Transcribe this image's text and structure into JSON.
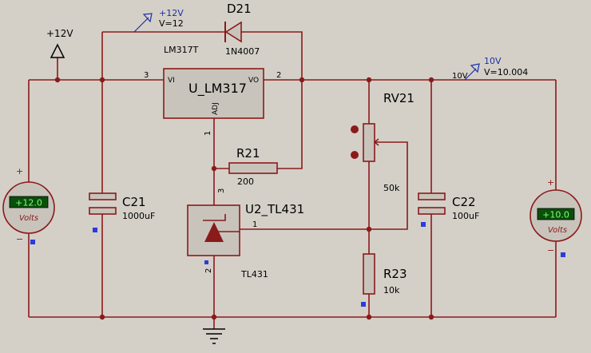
{
  "components": {
    "lm317": {
      "ref": "U_LM317",
      "part": "LM317T",
      "pin_vi": "VI",
      "pin_vo": "VO",
      "pin_adj": "ADJ",
      "pin3": "3",
      "pin2": "2",
      "pin1": "1"
    },
    "d21": {
      "ref": "D21",
      "part": "1N4007"
    },
    "r21": {
      "ref": "R21",
      "value": "200"
    },
    "rv21": {
      "ref": "RV21",
      "value": "50k"
    },
    "r23": {
      "ref": "R23",
      "value": "10k"
    },
    "c21": {
      "ref": "C21",
      "value": "1000uF"
    },
    "c22": {
      "ref": "C22",
      "value": "100uF"
    },
    "tl431": {
      "ref": "U2_TL431",
      "part": "TL431",
      "pin3": "3",
      "pin1": "1",
      "pin2": "2"
    }
  },
  "terminal": {
    "label": "+12V"
  },
  "probes": {
    "p12": {
      "name": "+12V",
      "value": "V=12"
    },
    "p10": {
      "name": "10V",
      "value": "V=10.004",
      "net": "10V"
    }
  },
  "voltmeters": {
    "left": {
      "reading": "+12.0",
      "unit": "Volts",
      "plus": "+",
      "minus": "−"
    },
    "right": {
      "reading": "+10.0",
      "unit": "Volts",
      "plus": "+",
      "minus": "−"
    }
  },
  "colors": {
    "wire": "#8b1a1a",
    "probe": "#1c2fa8",
    "lcd_bg": "#0a4f0a",
    "lcd_text": "#7cff7c",
    "background": "#d4d0c8",
    "marker": "#2b3bdc"
  }
}
